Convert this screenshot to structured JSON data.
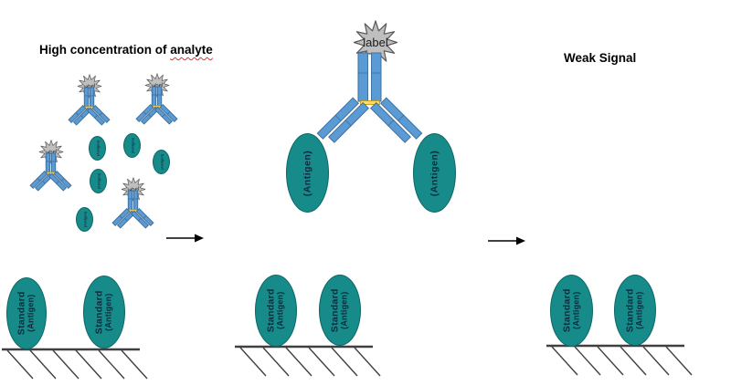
{
  "panels": {
    "left": {
      "title_before": "High concentration of ",
      "flagged_word": "analyte"
    },
    "right": {
      "title": "Weak Signal"
    }
  },
  "labels": {
    "label_tag": "label",
    "antigen": "(Antigen)",
    "standard": "Standard",
    "standard_antigen": "(Antigen)"
  },
  "colors": {
    "antibody_fill": "#5b9bd5",
    "antibody_stroke": "#41719c",
    "star_fill": "#bfbfbf",
    "star_stroke": "#595959",
    "star_text": "#1a1a1a",
    "antigen_fill": "#178a8a",
    "antigen_stroke": "#0c6666",
    "antigen_text": "#0d2b3e",
    "hinge_fill": "#ffd966",
    "hinge_stroke": "#bf9000",
    "ground_color": "#404040",
    "arrow_color": "#000000",
    "misspell_underline": "#e03131",
    "title_color": "#000000"
  }
}
